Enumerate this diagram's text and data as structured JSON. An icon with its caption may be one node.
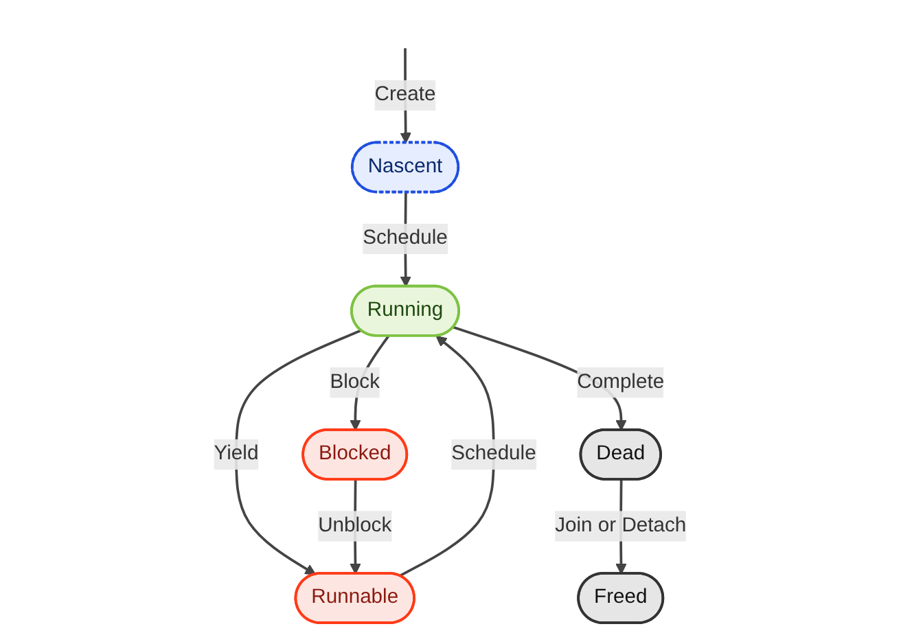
{
  "diagram": {
    "nodes": [
      {
        "text": [
          "Nascent"
        ]
      },
      {
        "text": [
          "Running"
        ]
      },
      {
        "text": [
          "Runnable"
        ]
      },
      {
        "text": [
          "Blocked"
        ]
      },
      {
        "text": [
          "Freed"
        ]
      },
      {
        "text": [
          "Dead"
        ]
      }
    ],
    "edges": [
      {
        "from": null,
        "to": 0,
        "arrow": "to",
        "label": "Create"
      },
      {
        "from": 0,
        "to": 1,
        "arrow": "to",
        "label": "Schedule"
      },
      {
        "from": 1,
        "to": 2,
        "arrow": "to",
        "label": "Yield"
      },
      {
        "from": 2,
        "to": 1,
        "arrow": "to",
        "label": "Schedule"
      },
      {
        "from": 1,
        "to": 3,
        "arrow": "to",
        "label": "Block"
      },
      {
        "from": 3,
        "to": 2,
        "arrow": "to",
        "label": "Unblock"
      },
      {
        "from": 1,
        "to": 5,
        "arrow": "to",
        "label": "Complete"
      },
      {
        "from": 5,
        "to": 4,
        "arrow": "to",
        "label": "Join or Detach"
      }
    ]
  }
}
